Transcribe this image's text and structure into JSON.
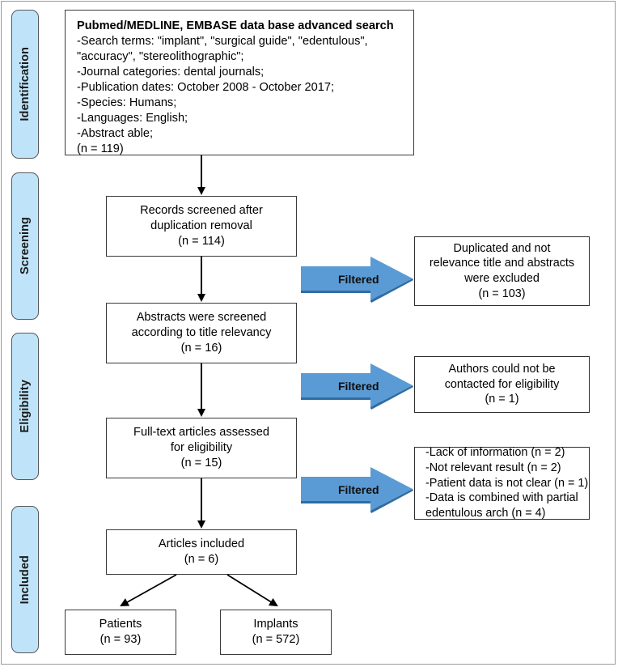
{
  "diagram": {
    "type": "prisma-flow-diagram",
    "accent_color": "#5b9bd5",
    "accent_shadow_color": "#2f6da3",
    "stage_pill_color": "#bfe4fa",
    "box_border_color": "#3a3a3a"
  },
  "stages": [
    {
      "label": "Identification"
    },
    {
      "label": "Screening"
    },
    {
      "label": "Eligibility"
    },
    {
      "label": "Included"
    }
  ],
  "boxes": {
    "search": {
      "title": "Pubmed/MEDLINE, EMBASE data base advanced search",
      "lines": [
        "-Search terms: \"implant\", \"surgical guide\", \"edentulous\",",
        "\"accuracy\", \"stereolithographic\";",
        "-Journal categories: dental journals;",
        "-Publication dates: October 2008 - October 2017;",
        "-Species: Humans;",
        "-Languages: English;",
        "-Abstract able;",
        "(n = 119)"
      ],
      "n": 119
    },
    "records_screened": {
      "lines": [
        "Records screened after",
        "duplication removal",
        "(n = 114)"
      ],
      "n": 114
    },
    "abstracts_screened": {
      "lines": [
        "Abstracts were screened",
        "according to title relevancy",
        "(n = 16)"
      ],
      "n": 16
    },
    "fulltext_assessed": {
      "lines": [
        "Full-text articles assessed",
        "for eligibility",
        "(n = 15)"
      ],
      "n": 15
    },
    "articles_included": {
      "lines": [
        "Articles included",
        "(n = 6)"
      ],
      "n": 6
    },
    "patients": {
      "lines": [
        "Patients",
        "(n = 93)"
      ],
      "n": 93
    },
    "implants": {
      "lines": [
        "Implants",
        "(n = 572)"
      ],
      "n": 572
    }
  },
  "exclusions": [
    {
      "arrow_label": "Filtered",
      "lines": [
        "Duplicated and not",
        "relevance title and abstracts",
        "were excluded",
        "(n = 103)"
      ],
      "n": 103
    },
    {
      "arrow_label": "Filtered",
      "lines": [
        "Authors could not be",
        "contacted for eligibility",
        "(n = 1)"
      ],
      "n": 1
    },
    {
      "arrow_label": "Filtered",
      "lines": [
        "-Lack of information (n = 2)",
        "-Not relevant result (n = 2)",
        "-Patient data is not clear (n = 1)",
        "-Data is combined with partial",
        "edentulous arch (n = 4)"
      ]
    }
  ]
}
